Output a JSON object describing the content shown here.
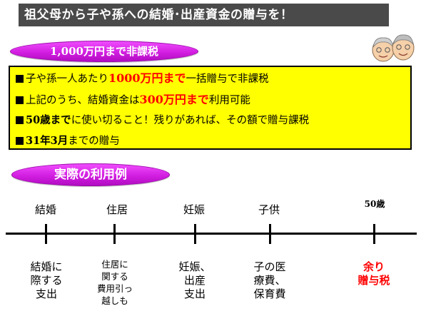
{
  "header": {
    "title": "祖父母から子や孫への結婚･出産資金の贈与を！"
  },
  "pill_top": {
    "label": "1,000万円まで非課税"
  },
  "yellow_box": {
    "line1": {
      "pre": "子や孫一人あたり",
      "red": "1000万円まで",
      "post": "一括贈与で非課税"
    },
    "line2": {
      "pre": "上記のうち、結婚資金は",
      "red": "300万円まで",
      "post": "利用可能"
    },
    "line3": {
      "bold": "50歳まで",
      "post": "に使い切ること！残りがあれば、その額で贈与課税"
    },
    "line4": {
      "bold": "31年3月",
      "post": "までの贈与"
    }
  },
  "pill_bottom": {
    "label": "実際の利用例"
  },
  "timeline": {
    "categories": [
      "結婚",
      "住居",
      "妊娠",
      "子供",
      "50歳"
    ],
    "descriptions": [
      [
        "結婚に",
        "際する",
        "支出"
      ],
      [
        "住居に",
        "関する",
        "費用引っ",
        "越しも"
      ],
      [
        "妊娠、",
        "出産",
        "支出"
      ],
      [
        "子の医",
        "療費、",
        "保育費"
      ],
      [
        "余り",
        "贈与税"
      ]
    ]
  },
  "icons": {
    "faces": "elderly-couple-icon"
  },
  "colors": {
    "header_bg": "#4a4a4a",
    "pill": "#d21ee0",
    "box": "#ffff00",
    "accent_red": "#ff0000"
  }
}
